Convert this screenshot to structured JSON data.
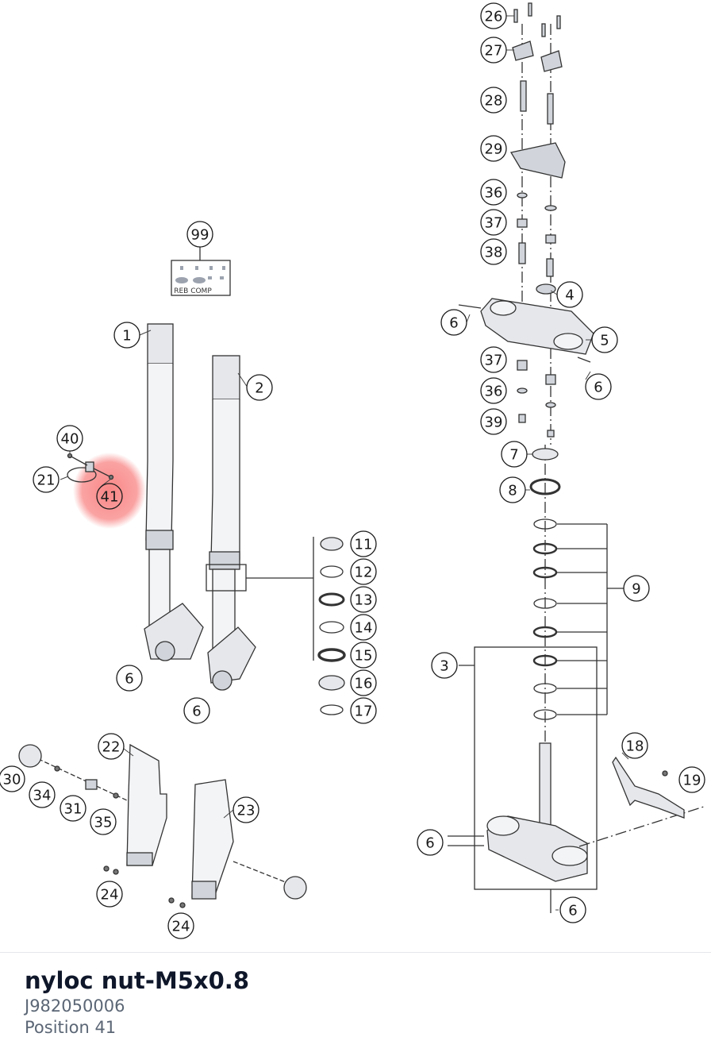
{
  "diagram": {
    "callouts": [
      "99",
      "1",
      "2",
      "40",
      "21",
      "41",
      "6",
      "6",
      "11",
      "12",
      "13",
      "14",
      "15",
      "16",
      "17",
      "22",
      "30",
      "34",
      "31",
      "35",
      "24",
      "23",
      "24",
      "26",
      "27",
      "28",
      "29",
      "36",
      "37",
      "38",
      "4",
      "6",
      "5",
      "37",
      "6",
      "36",
      "39",
      "7",
      "8",
      "9",
      "3",
      "18",
      "19",
      "6",
      "6"
    ],
    "kit_label": "REB COMP",
    "highlight_color": "#f87171",
    "highlighted_position": "41"
  },
  "part": {
    "name": "nyloc nut-M5x0.8",
    "number": "J982050006",
    "position": "Position 41"
  }
}
